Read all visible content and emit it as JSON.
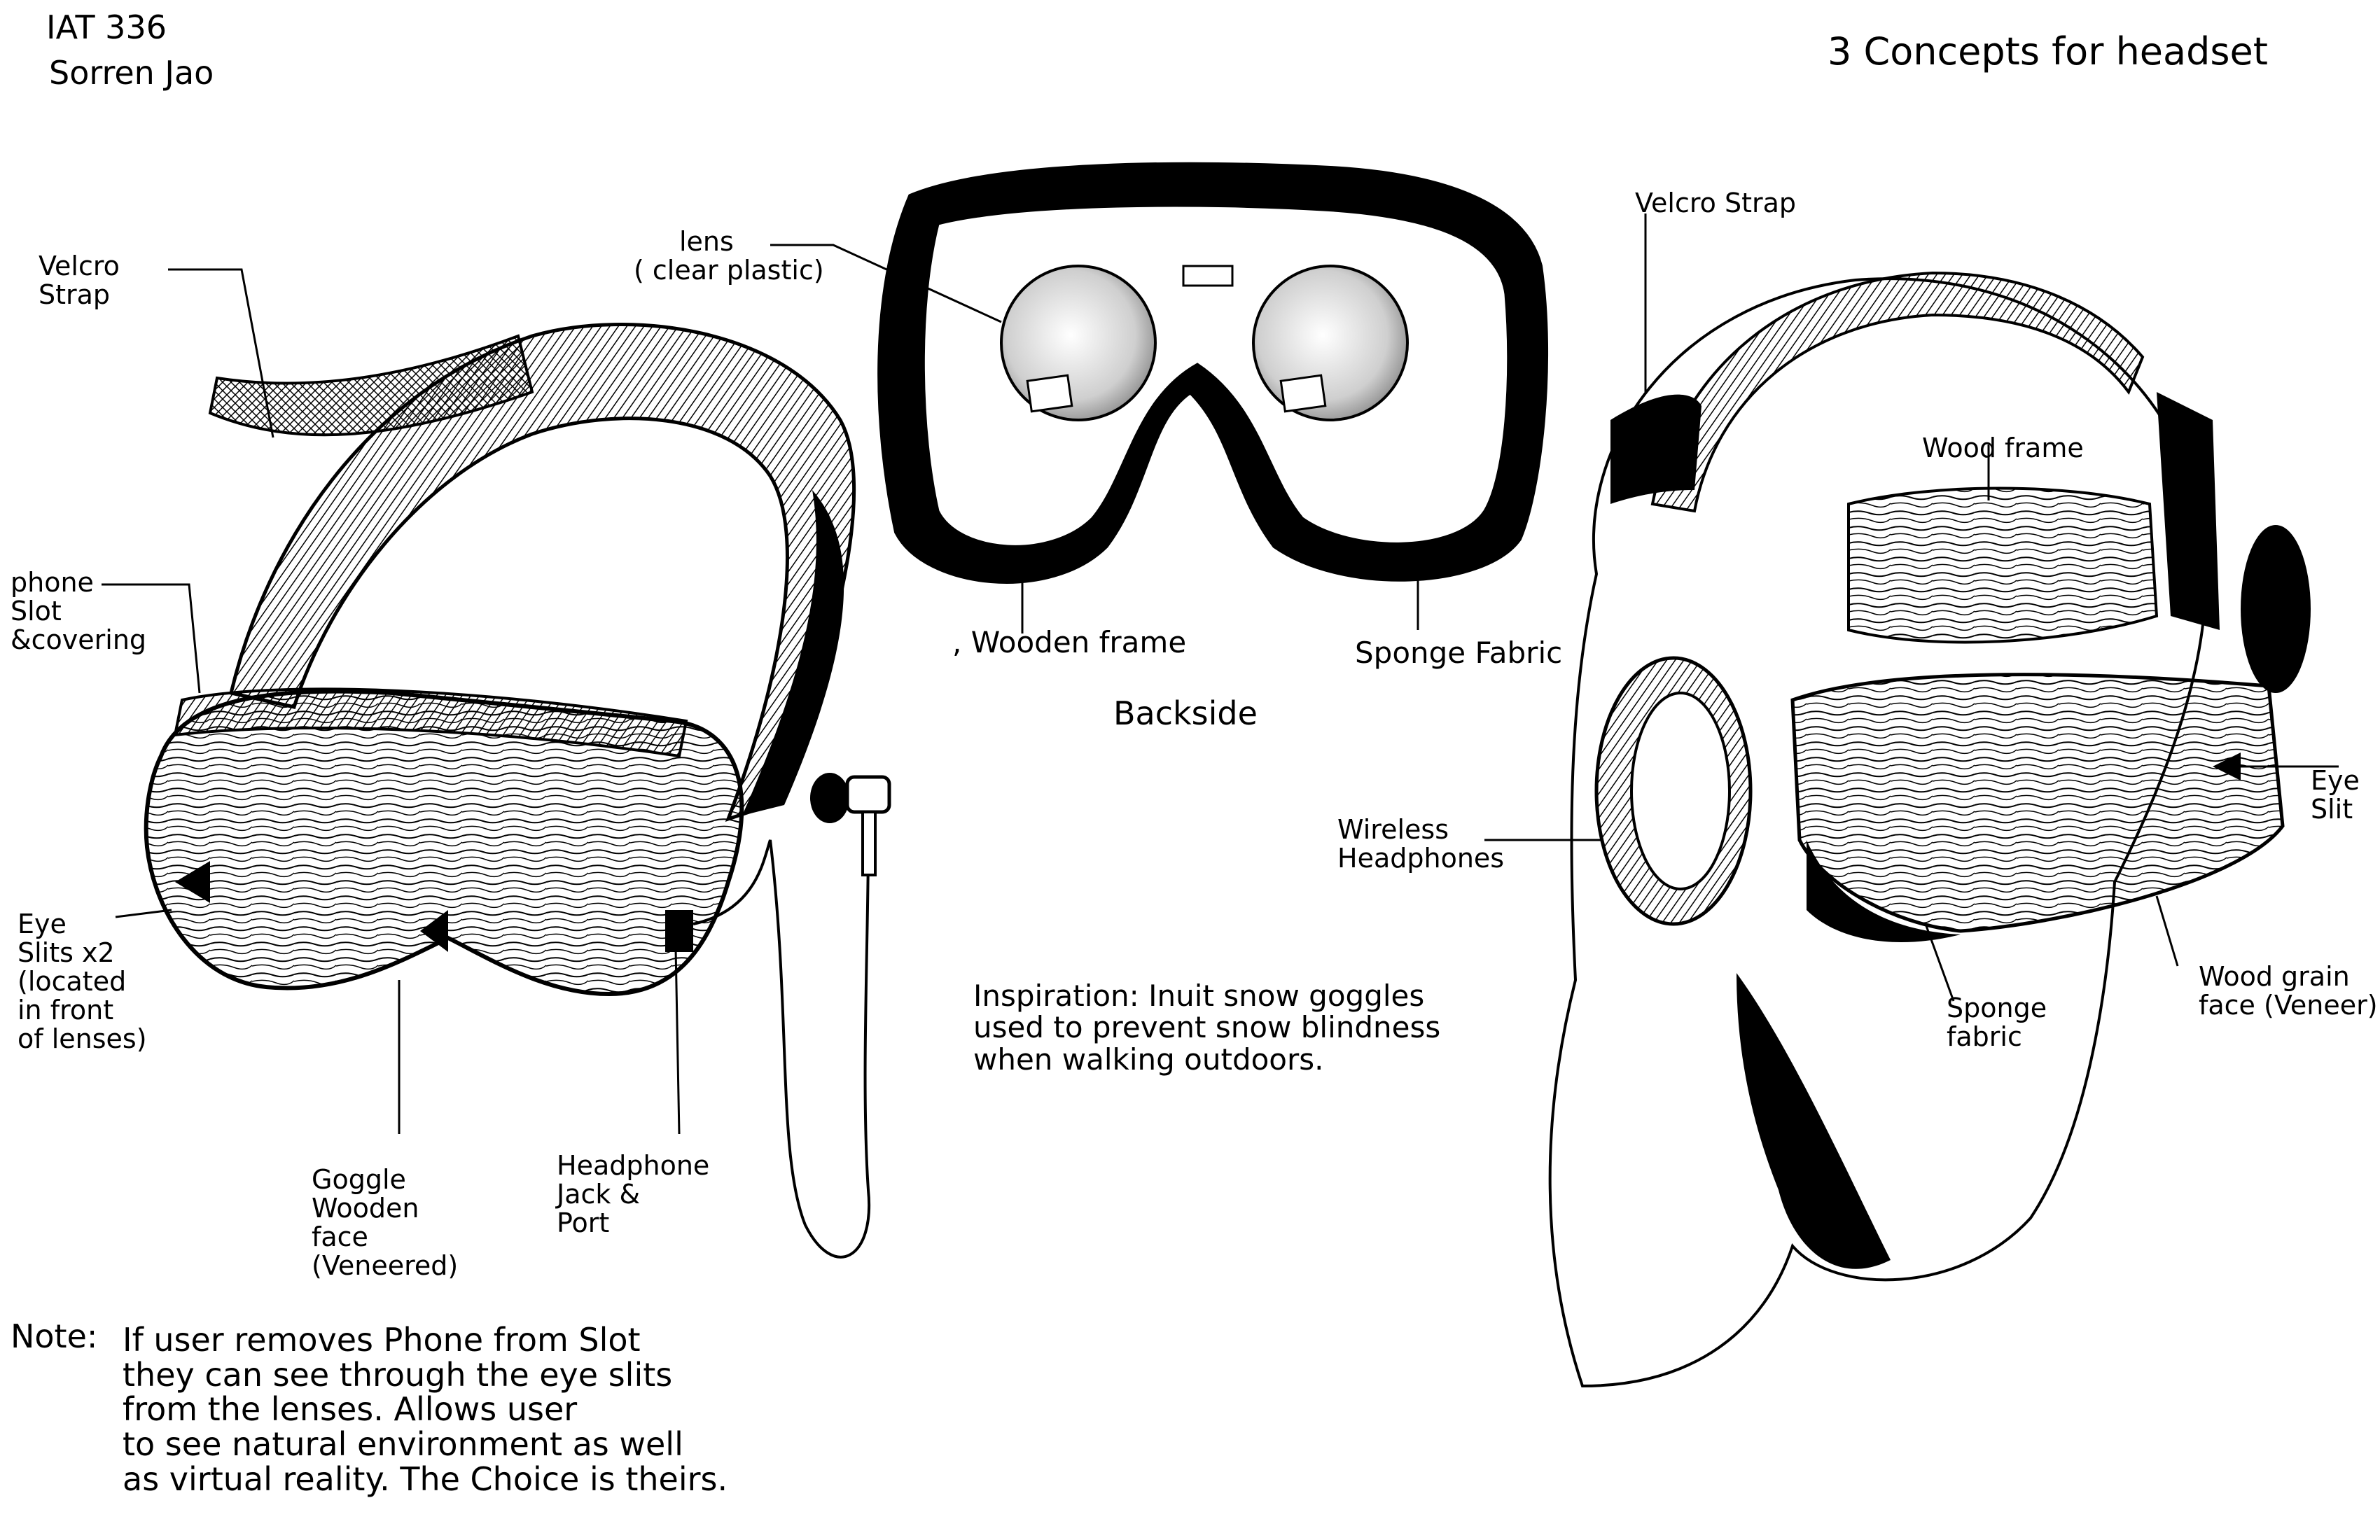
{
  "header": {
    "course": "IAT 336",
    "author": "Sorren Jao",
    "title": "3 Concepts for headset"
  },
  "concept1": {
    "velcro_strap": [
      "Velcro",
      "Strap"
    ],
    "phone_slot": [
      "phone",
      "Slot",
      "&covering"
    ],
    "eye_slits": [
      "Eye",
      "Slits x2",
      "(located",
      "in front",
      "of lenses)"
    ],
    "goggle_face": [
      "Goggle",
      "Wooden",
      "face",
      "(Veneered)"
    ],
    "headphone_jack": [
      "Headphone",
      "Jack &",
      "Port"
    ]
  },
  "concept2": {
    "lens": [
      "lens",
      "( clear plastic)"
    ],
    "wooden_frame": ", Wooden frame",
    "sponge_fabric": "Sponge Fabric",
    "caption": "Backside"
  },
  "concept3": {
    "velcro_strap": "Velcro Strap",
    "wood_frame": "Wood frame",
    "eye_slit": [
      "Eye",
      "Slit"
    ],
    "wireless_headphones": [
      "Wireless",
      "Headphones"
    ],
    "sponge_fabric": [
      "Sponge",
      "fabric"
    ],
    "wood_grain": [
      "Wood grain",
      "face (Veneer)"
    ]
  },
  "inspiration": [
    "Inspiration: Inuit snow goggles",
    "used to prevent snow blindness",
    "when walking outdoors."
  ],
  "note": {
    "label": "Note:",
    "lines": [
      "If user removes Phone from Slot",
      "they can see through the eye slits",
      "from the lenses. Allows user",
      "to see natural environment as well",
      "as virtual reality. The Choice is theirs."
    ]
  },
  "colors": {
    "ink": "#000000",
    "paper": "#ffffff",
    "shade": "#9a9a9a"
  }
}
